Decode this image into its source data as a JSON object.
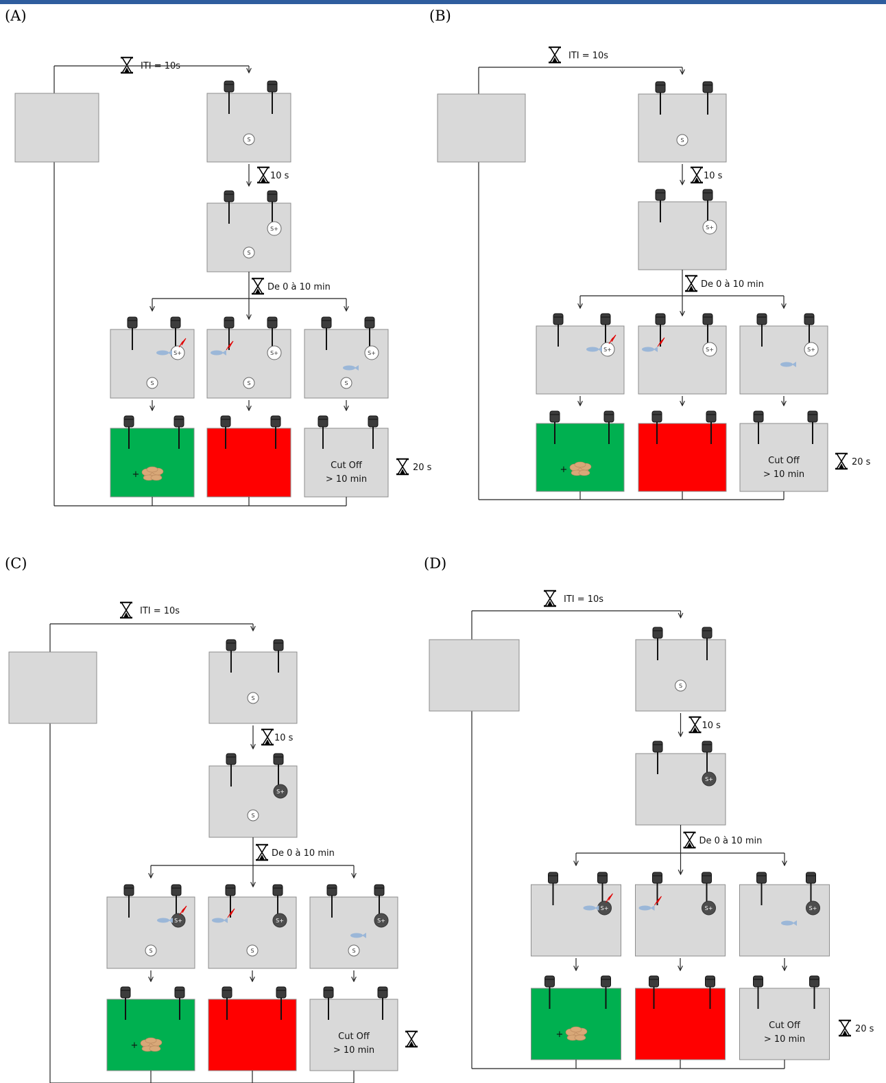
{
  "colors": {
    "top_rule": "#2f5d9e",
    "box_fill": "#d9d9d9",
    "box_stroke": "#8c8c8c",
    "reward_box": "#00b050",
    "punish_box": "#ff0000",
    "bottle": "#3c3c3c",
    "fish": "#9bb7d8",
    "shock": "#e00000",
    "food": "#d8a878",
    "line": "#222222"
  },
  "panels": [
    {
      "label": "(A)",
      "iti": "ITI = 10s",
      "delay": "10 s",
      "window": "De 0 à 10 min",
      "splus_style": "outline",
      "has_lower_s": true,
      "end_timer": "20 s",
      "cutoff_line1": "Cut Off",
      "cutoff_line2": "> 10 min",
      "stim_s": "S",
      "stim_splus": "S+",
      "food_plus": "+"
    },
    {
      "label": "(B)",
      "iti": "ITI = 10s",
      "delay": "10 s",
      "window": "De 0 à 10 min",
      "splus_style": "outline",
      "has_lower_s": false,
      "end_timer": "20 s",
      "cutoff_line1": "Cut Off",
      "cutoff_line2": "> 10 min",
      "stim_s": "S",
      "stim_splus": "S+",
      "food_plus": "+"
    },
    {
      "label": "(C)",
      "iti": "ITI = 10s",
      "delay": "10 s",
      "window": "De 0 à 10 min",
      "splus_style": "filled",
      "has_lower_s": true,
      "end_timer": "",
      "cutoff_line1": "Cut Off",
      "cutoff_line2": "> 10 min",
      "stim_s": "S",
      "stim_splus": "S+",
      "food_plus": "+"
    },
    {
      "label": "(D)",
      "iti": "ITI = 10s",
      "delay": "10 s",
      "window": "De 0 à 10 min",
      "splus_style": "filled",
      "has_lower_s": false,
      "end_timer": "20 s",
      "cutoff_line1": "Cut Off",
      "cutoff_line2": "> 10 min",
      "stim_s": "S",
      "stim_splus": "S+",
      "food_plus": "+"
    }
  ]
}
